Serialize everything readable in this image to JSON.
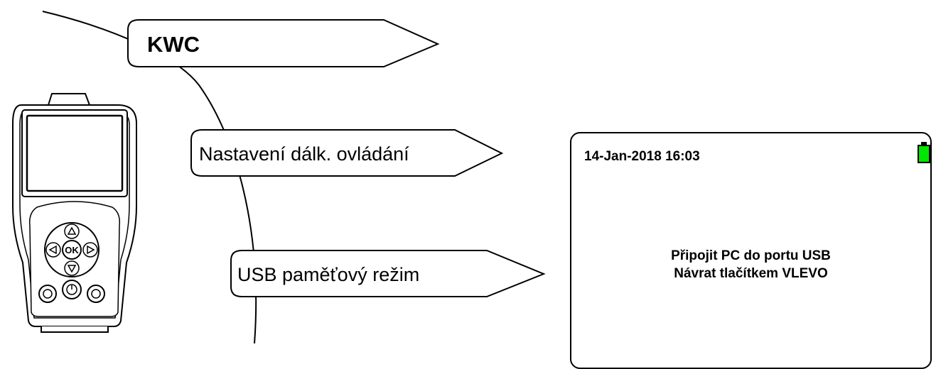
{
  "menu": {
    "title": "KWC",
    "items": [
      {
        "label": "Nastavení dálk. ovládání"
      },
      {
        "label": "USB paměťový režim"
      }
    ]
  },
  "device": {
    "center_button_label": "OK",
    "buttons": [
      "up-arrow",
      "down-arrow",
      "left-arrow",
      "right-arrow",
      "ok",
      "power",
      "left-soft-key",
      "right-soft-key"
    ]
  },
  "screen": {
    "datetime": "14-Jan-2018 16:03",
    "battery": {
      "icon": "battery-icon",
      "level": 1.0,
      "color": "#00e600"
    },
    "message_lines": [
      "Připojit PC do portu USB",
      "Návrat tlačítkem VLEVO"
    ]
  }
}
